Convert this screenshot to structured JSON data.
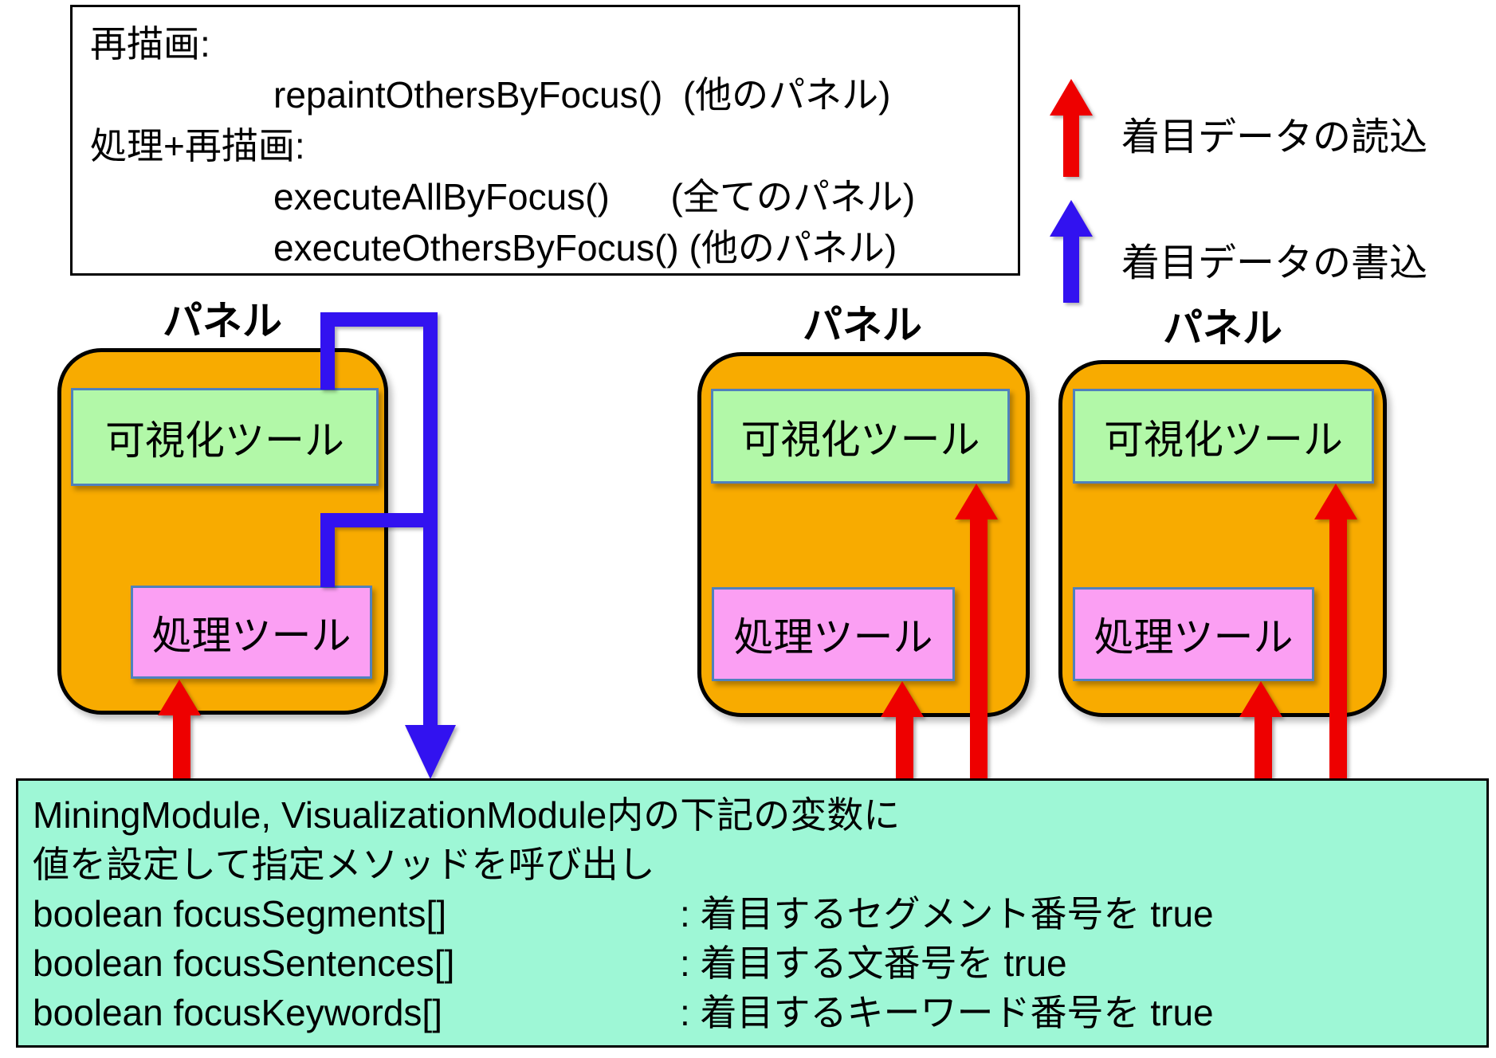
{
  "code_box": {
    "lines": [
      {
        "text": "再描画:",
        "indent": false
      },
      {
        "text": "repaintOthersByFocus()  (他のパネル)",
        "indent": true
      },
      {
        "text": "処理+再描画:",
        "indent": false
      },
      {
        "text": "executeAllByFocus()      (全てのパネル)",
        "indent": true
      },
      {
        "text": "executeOthersByFocus() (他のパネル)",
        "indent": true
      }
    ]
  },
  "legend": {
    "read": {
      "label": "着目データの読込",
      "color": "#ee0000"
    },
    "write": {
      "label": "着目データの書込",
      "color": "#3212f0"
    }
  },
  "panels": [
    {
      "title": "パネル",
      "viz": "可視化ツール",
      "proc": "処理ツール"
    },
    {
      "title": "パネル",
      "viz": "可視化ツール",
      "proc": "処理ツール"
    },
    {
      "title": "パネル",
      "viz": "可視化ツール",
      "proc": "処理ツール"
    }
  ],
  "module_box": {
    "line1": "MiningModule, VisualizationModule内の下記の変数に",
    "line2": "値を設定して指定メソッドを呼び出し",
    "vars": [
      {
        "decl": "boolean focusSegments[]",
        "desc": ": 着目するセグメント番号を true"
      },
      {
        "decl": "boolean focusSentences[]",
        "desc": ": 着目する文番号を true"
      },
      {
        "decl": "boolean focusKeywords[]",
        "desc": ": 着目するキーワード番号を true"
      }
    ]
  },
  "colors": {
    "panel_orange": "#f8ab00",
    "viz_green": "#b2f8a8",
    "proc_pink": "#fb9ff3",
    "module_teal": "#9ef7d6",
    "read_red": "#ee0000",
    "write_blue": "#3212f0",
    "tool_border": "#4f81bd"
  }
}
